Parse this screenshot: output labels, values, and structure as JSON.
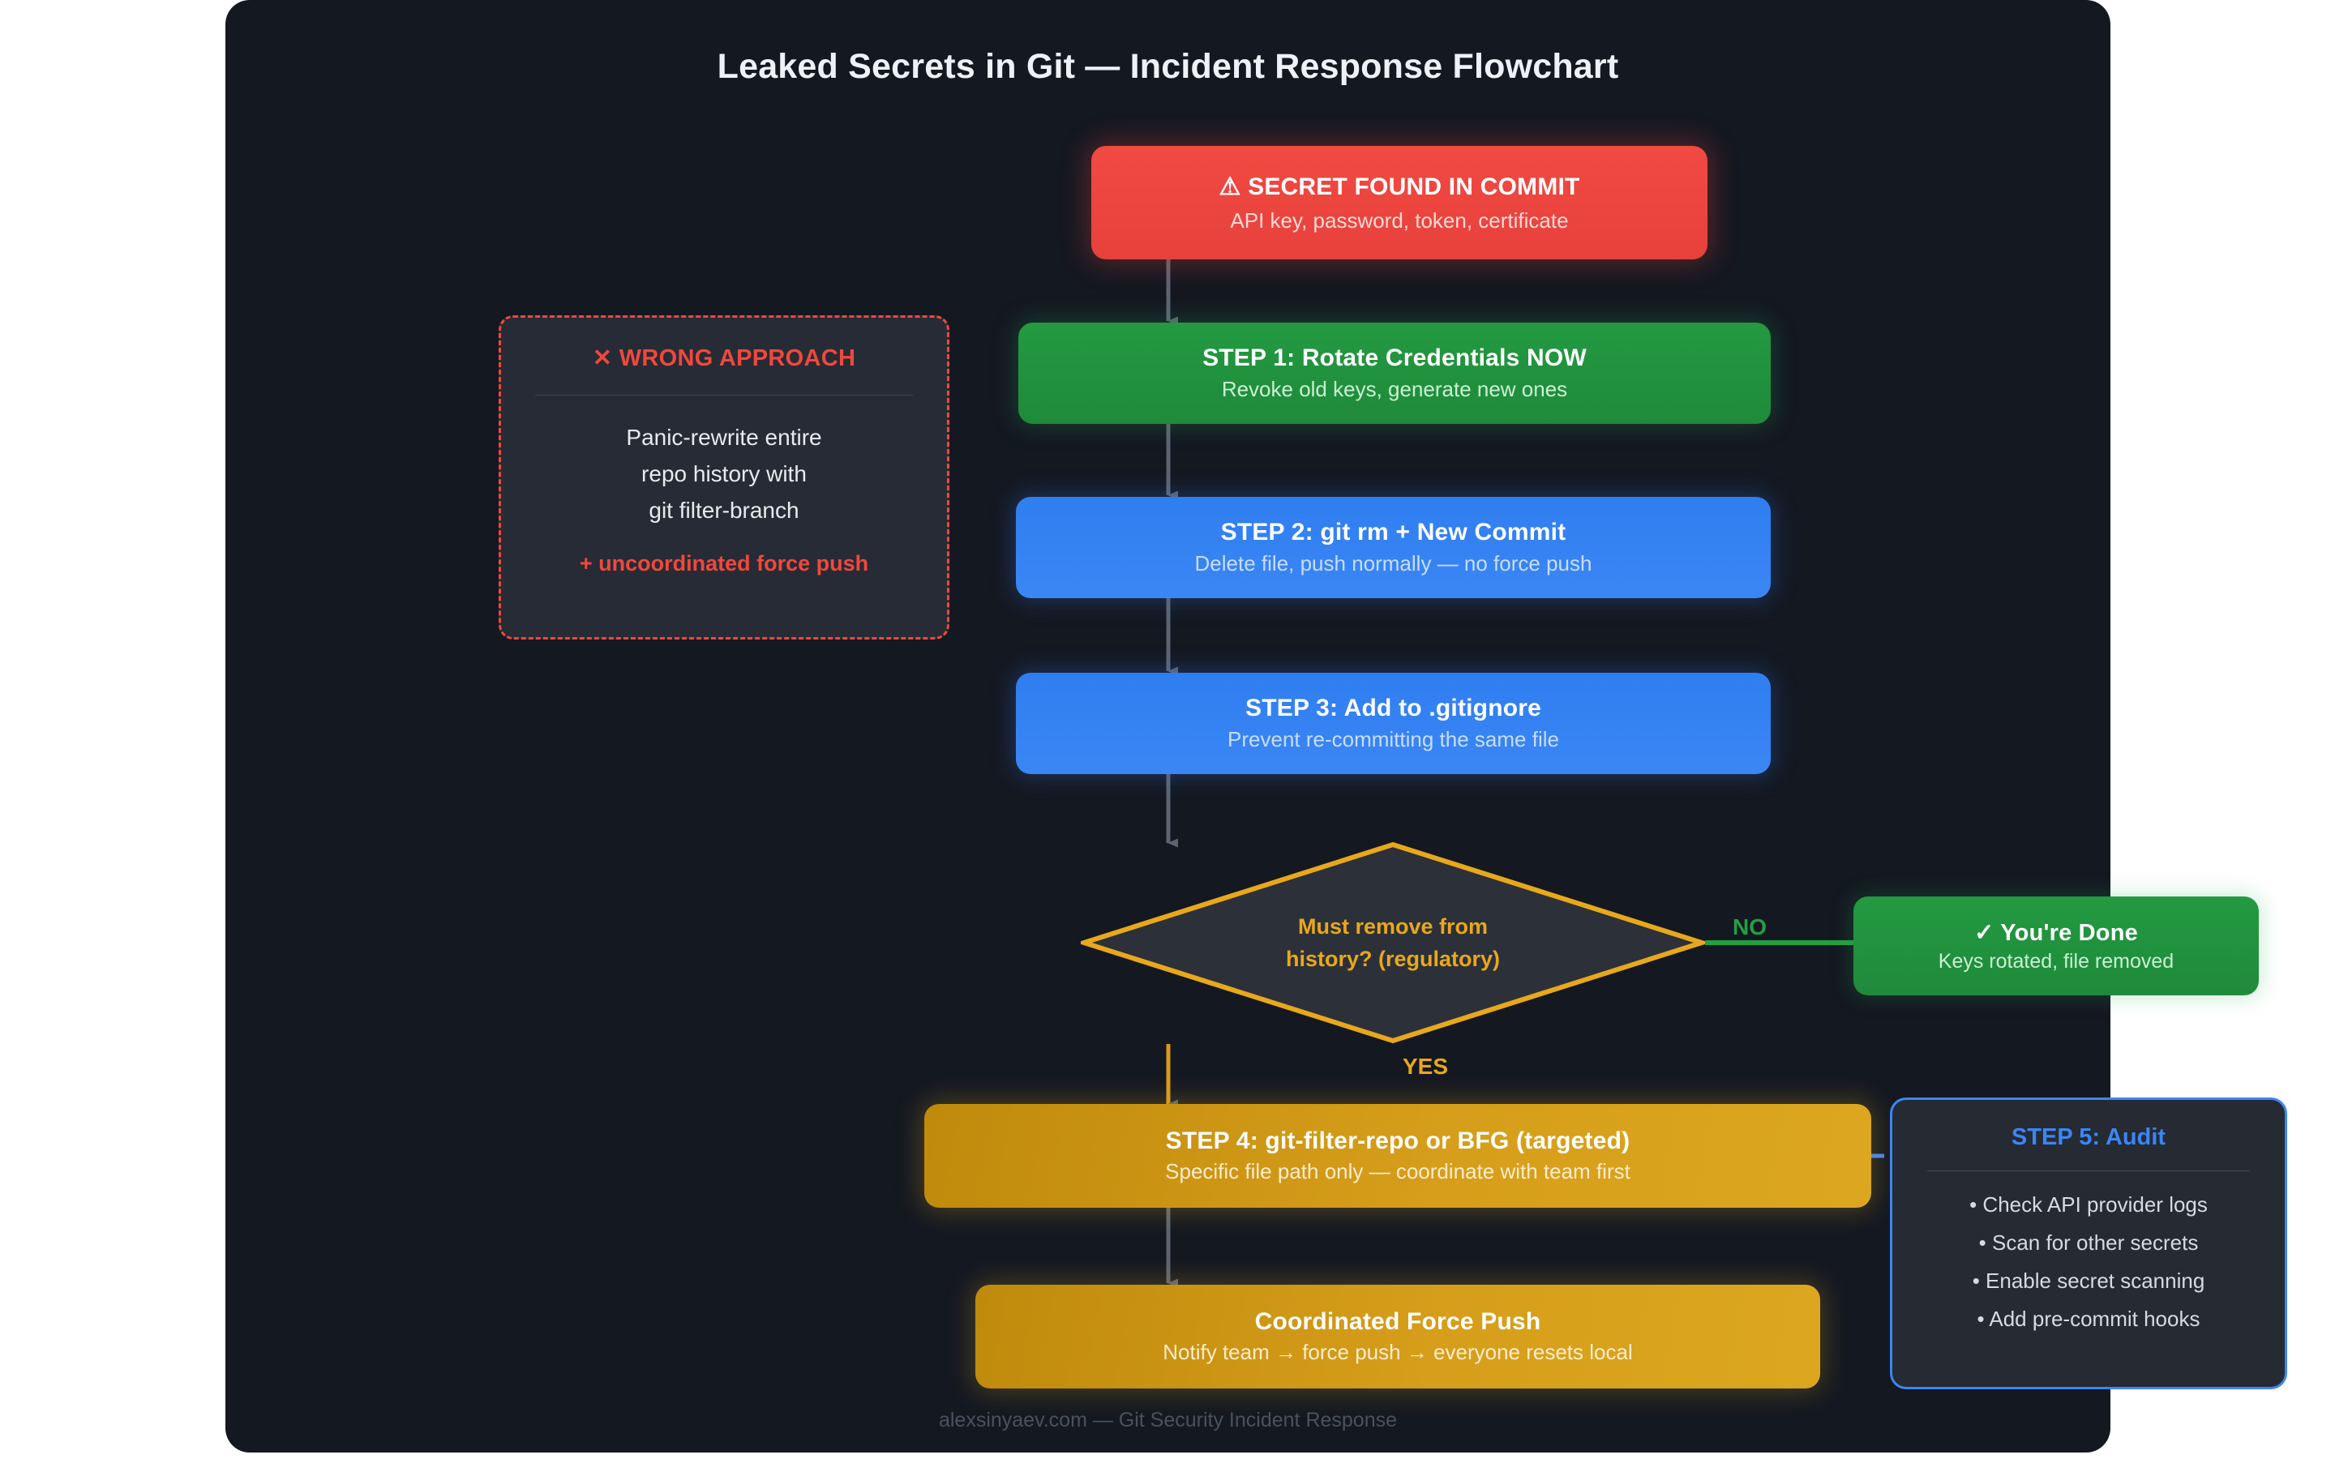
{
  "title": "Leaked Secrets in Git — Incident Response Flowchart",
  "footer": "alexsinyaev.com — Git Security Incident Response",
  "colors": {
    "canvas_bg": "#141821",
    "alert_red": "#ef4444",
    "step_green": "#22a043",
    "step_blue": "#3b86f5",
    "decision_amber": "#e8a81c",
    "wrong_red": "#f0483c",
    "arrow_gray": "#6b7280"
  },
  "alert": {
    "icon": "warning-triangle-icon",
    "title": "⚠ SECRET FOUND IN COMMIT",
    "subtitle": "API key, password, token, certificate"
  },
  "steps": [
    {
      "id": "step1",
      "title": "STEP 1: Rotate Credentials NOW",
      "subtitle": "Revoke old keys, generate new ones",
      "color": "green"
    },
    {
      "id": "step2",
      "title": "STEP 2: git rm + New Commit",
      "subtitle": "Delete file, push normally — no force push",
      "color": "blue"
    },
    {
      "id": "step3",
      "title": "STEP 3: Add to .gitignore",
      "subtitle": "Prevent re-committing the same file",
      "color": "blue"
    }
  ],
  "decision": {
    "line1": "Must remove from",
    "line2": "history? (regulatory)",
    "yes_label": "YES",
    "no_label": "NO"
  },
  "done": {
    "icon": "check-icon",
    "title": "✓ You're Done",
    "subtitle": "Keys rotated, file removed"
  },
  "step4": {
    "title": "STEP 4: git-filter-repo or BFG (targeted)",
    "subtitle": "Specific file path only — coordinate with team first"
  },
  "force_push": {
    "title": "Coordinated Force Push",
    "subtitle": "Notify team → force push → everyone resets local"
  },
  "wrong_approach": {
    "icon": "cross-icon",
    "title": "✕ WRONG APPROACH",
    "body_line1": "Panic-rewrite entire",
    "body_line2": "repo history with",
    "body_line3": "git filter-branch",
    "footer": "+ uncoordinated force push"
  },
  "audit": {
    "title": "STEP 5: Audit",
    "items": [
      "• Check API provider logs",
      "• Scan for other secrets",
      "• Enable secret scanning",
      "• Add pre-commit hooks"
    ]
  }
}
